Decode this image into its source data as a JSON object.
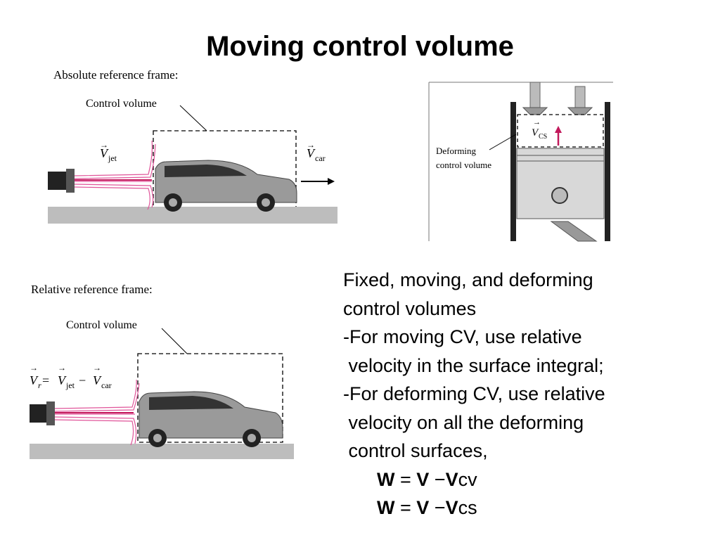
{
  "title": "Moving control volume",
  "figure_absolute": {
    "heading": "Absolute reference frame:",
    "cv_label": "Control volume",
    "v_jet_symbol": "V",
    "v_jet_sub": "jet",
    "v_car_symbol": "V",
    "v_car_sub": "car"
  },
  "figure_relative": {
    "heading": "Relative reference frame:",
    "cv_label": "Control volume",
    "eq_vr": "V",
    "eq_vr_sub": "r",
    "eq_equals": " = ",
    "eq_vjet": "V",
    "eq_vjet_sub": "jet",
    "eq_minus": " − ",
    "eq_vcar": "V",
    "eq_vcar_sub": "car"
  },
  "figure_piston": {
    "label_line1": "Deforming",
    "label_line2": "control volume",
    "v_cs_symbol": "V",
    "v_cs_sub": "CS"
  },
  "body": {
    "lines": [
      "Fixed, moving, and deforming",
      "control volumes",
      "-For moving CV, use relative",
      " velocity in the surface integral;",
      "-For deforming CV, use relative",
      " velocity on all the deforming",
      " control surfaces,"
    ],
    "eq1": {
      "w": "W",
      "eq": " = ",
      "v": "V",
      "minus": " −",
      "v2": "V",
      "sub": "cv"
    },
    "eq2": {
      "w": "W",
      "eq": " = ",
      "v": "V",
      "minus": " −",
      "v2": "V",
      "sub": "cs"
    }
  },
  "colors": {
    "jet": "#e0559a",
    "arrow_cs": "#c2185b",
    "car_body": "#9a9a9a",
    "ground": "#bdbdbd"
  }
}
